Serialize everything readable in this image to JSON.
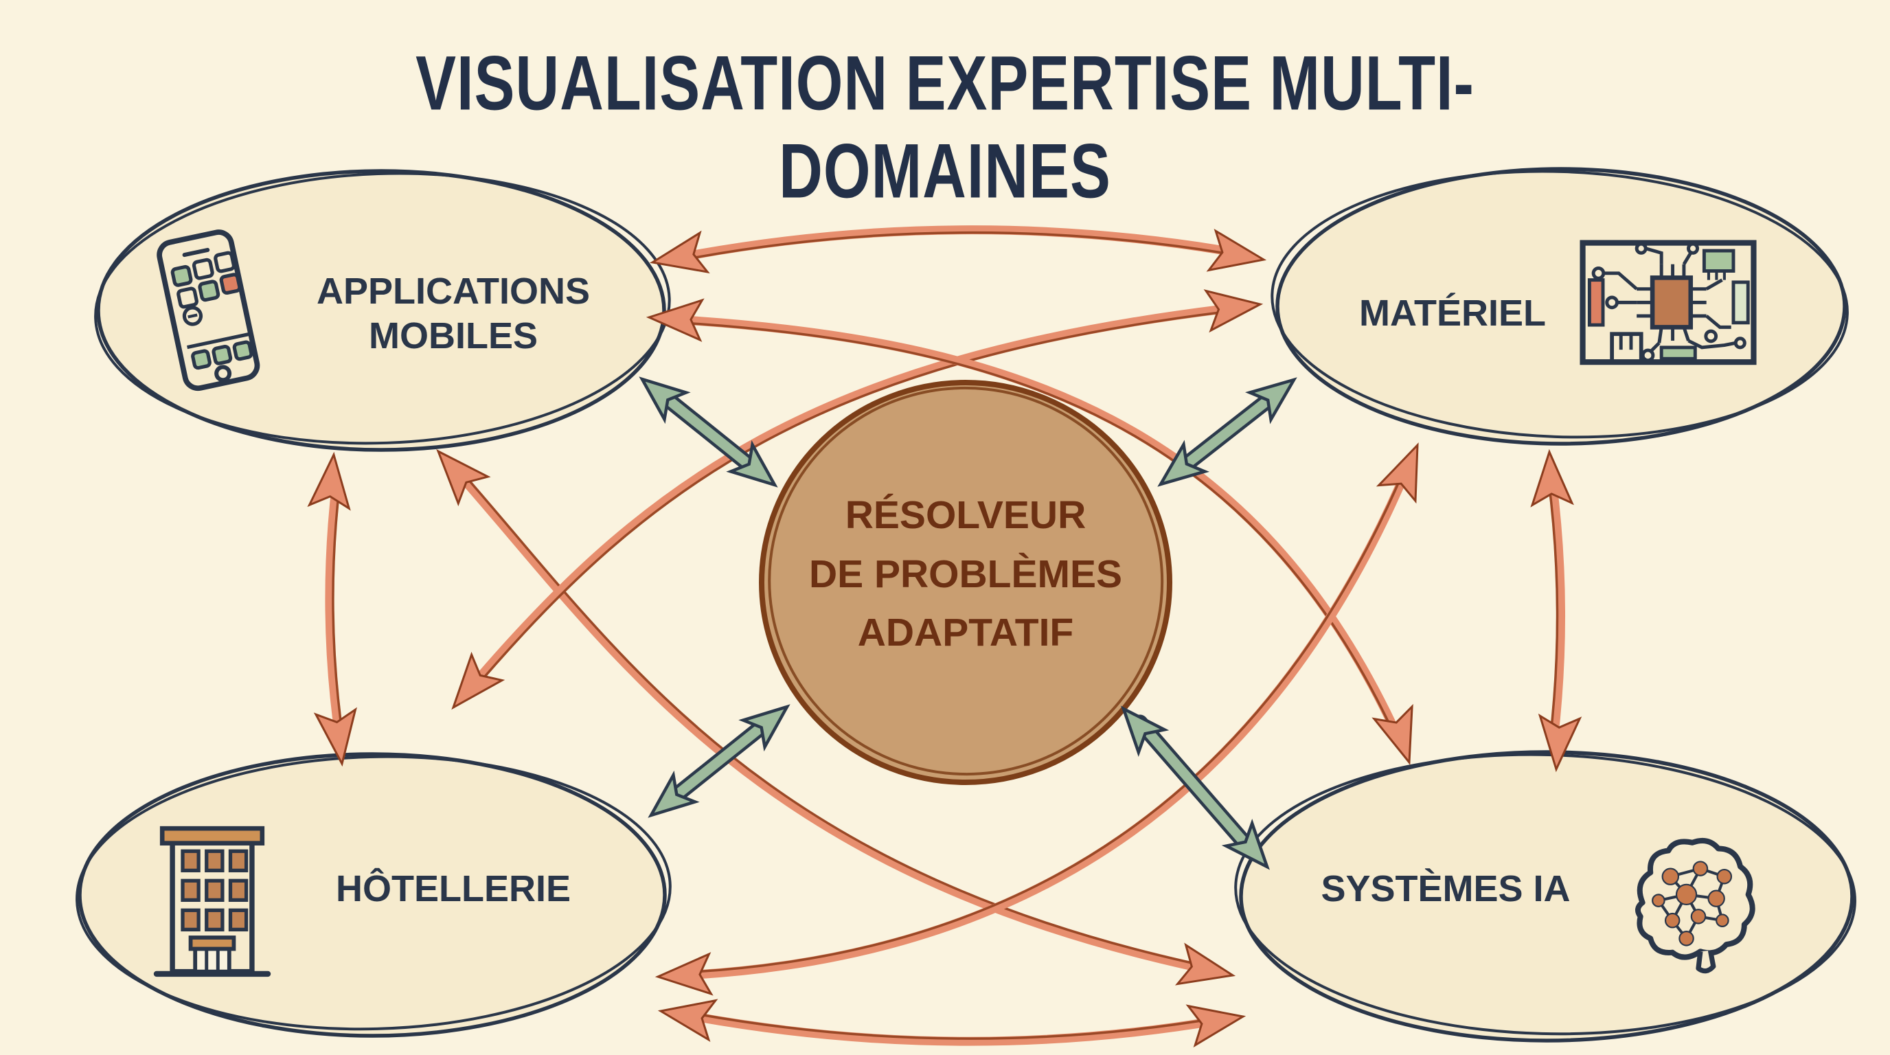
{
  "title": "VISUALISATION EXPERTISE MULTI-DOMAINES",
  "center_node": {
    "label": "RÉSOLVEUR\nDE PROBLÈMES\nADAPTATIF",
    "shape": "circle",
    "fill": "#C99E71",
    "outline": "#7C3E18",
    "text_color": "#6C3013"
  },
  "nodes": {
    "top_left": {
      "label": "APPLICATIONS\nMOBILES",
      "icon": "smartphone-icon",
      "position": "top-left"
    },
    "top_right": {
      "label": "MATÉRIEL",
      "icon": "circuit-board-icon",
      "position": "top-right"
    },
    "bottom_left": {
      "label": "HÔTELLERIE",
      "icon": "hotel-building-icon",
      "position": "bottom-left"
    },
    "bottom_right": {
      "label": "SYSTÈMES IA",
      "icon": "brain-network-icon",
      "position": "bottom-right"
    }
  },
  "connections": {
    "hub_spokes": [
      {
        "from": "center",
        "to": "top_left",
        "style": "green-double-arrow"
      },
      {
        "from": "center",
        "to": "top_right",
        "style": "green-double-arrow"
      },
      {
        "from": "center",
        "to": "bottom_left",
        "style": "green-double-arrow"
      },
      {
        "from": "center",
        "to": "bottom_right",
        "style": "green-double-arrow"
      }
    ],
    "cross_links": [
      {
        "from": "top_left",
        "to": "top_right",
        "style": "red-double-arrow",
        "route": "top-arch"
      },
      {
        "from": "bottom_left",
        "to": "bottom_right",
        "style": "red-double-arrow",
        "route": "bottom-arch"
      },
      {
        "from": "top_left",
        "to": "bottom_left",
        "style": "red-double-arrow",
        "route": "left-vertical"
      },
      {
        "from": "top_right",
        "to": "bottom_right",
        "style": "red-double-arrow",
        "route": "right-vertical"
      },
      {
        "from": "top_left",
        "to": "bottom_right",
        "style": "red-double-arrow",
        "route": "curve-right-of-center"
      },
      {
        "from": "top_right",
        "to": "bottom_left",
        "style": "red-double-arrow",
        "route": "curve-left-of-center"
      },
      {
        "from": "top_left",
        "to": "bottom_right",
        "style": "red-double-arrow",
        "route": "curve-left-bottom"
      },
      {
        "from": "top_right",
        "to": "bottom_left",
        "style": "red-double-arrow",
        "route": "curve-right-bottom"
      }
    ]
  },
  "colors": {
    "background": "#FAF3DF",
    "ellipse_fill": "#F6EBCE",
    "outline_navy": "#2A3649",
    "arrow_red": "#E78E6E",
    "arrow_red_dark": "#9A4826",
    "arrow_green": "#9EBB9D",
    "icon_green": "#A9C69E",
    "icon_salmon": "#DD8062",
    "icon_brown": "#C28050"
  }
}
